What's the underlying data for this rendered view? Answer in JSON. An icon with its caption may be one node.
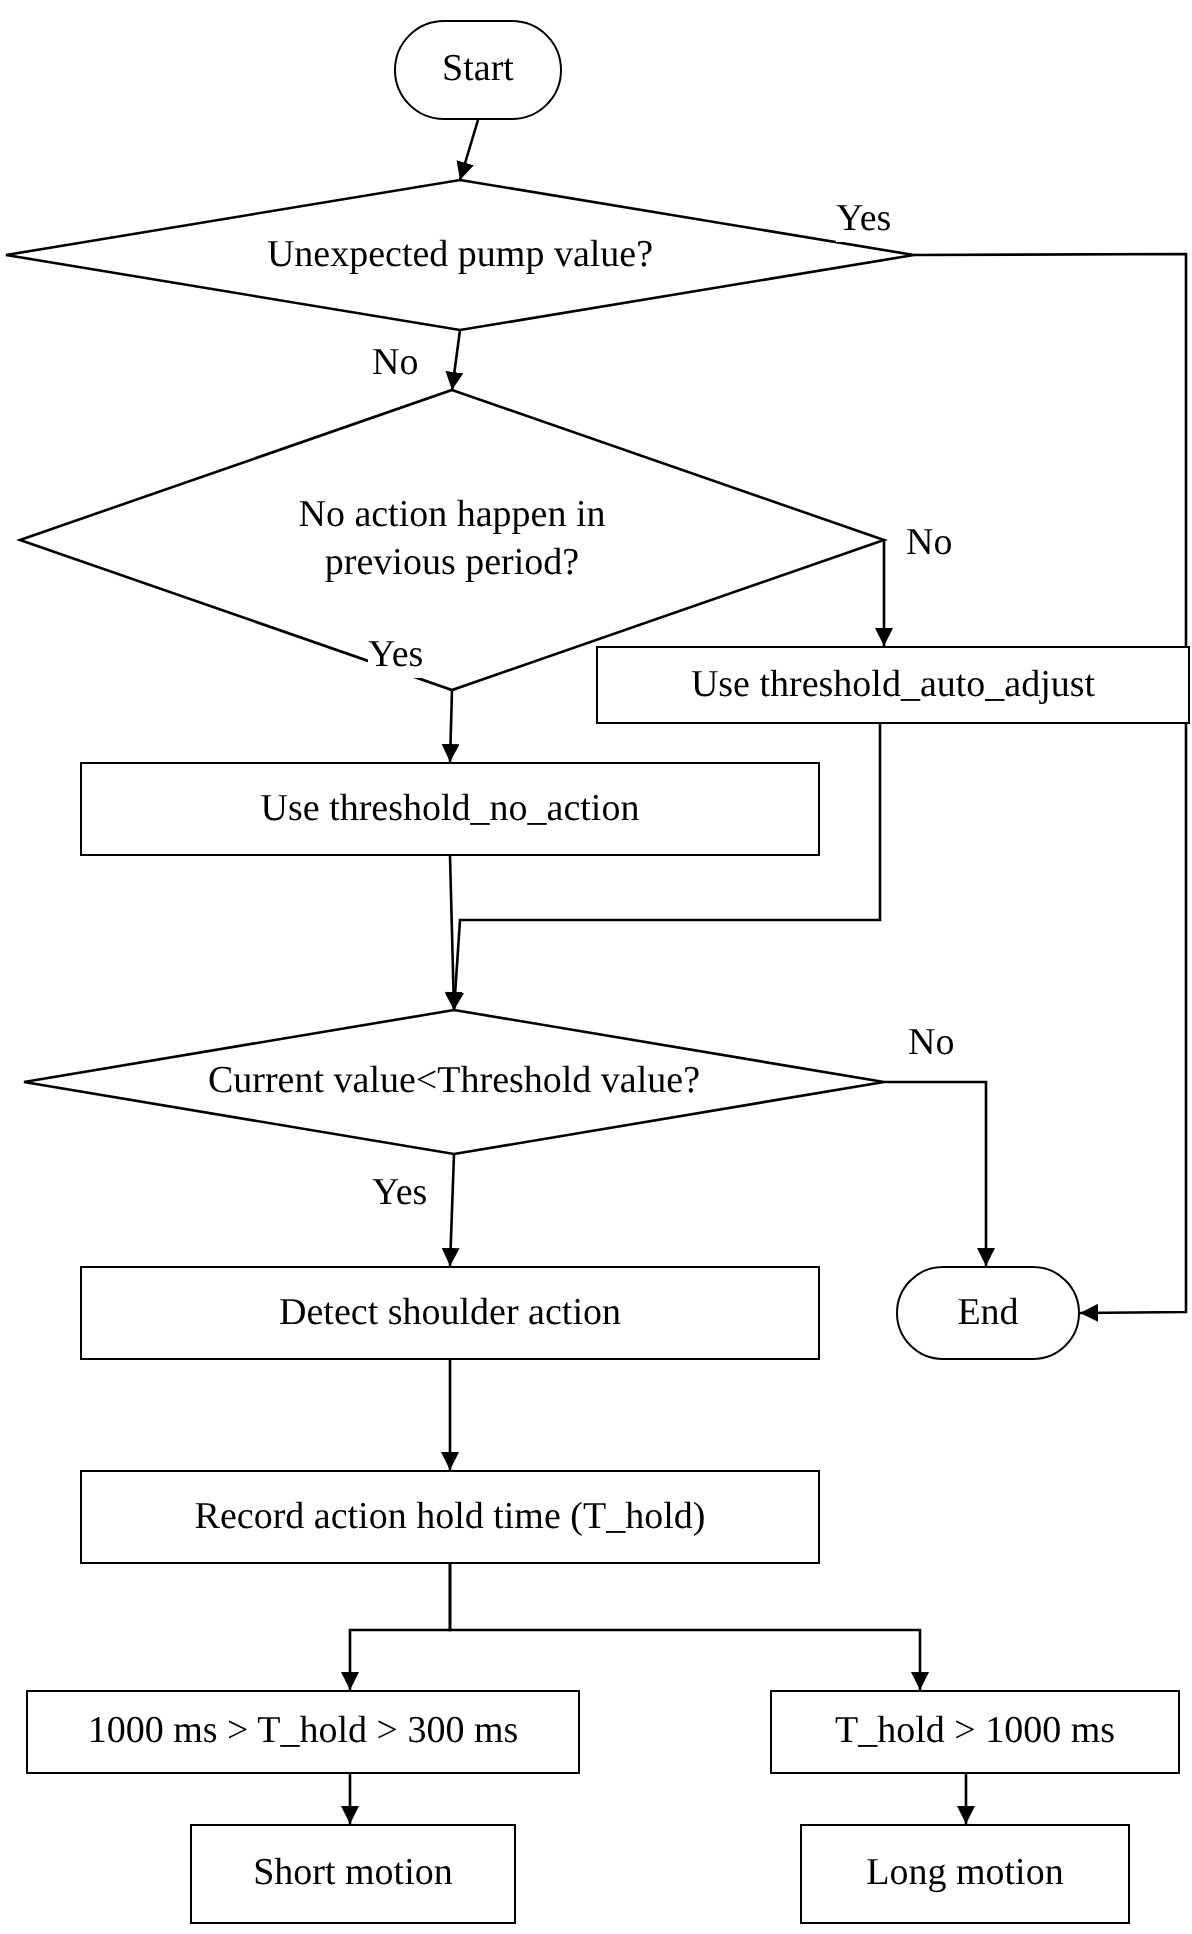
{
  "diagram": {
    "nodes": [
      {
        "text": [
          "Start"
        ]
      },
      {
        "text": [
          "Unexpected pump value?"
        ]
      },
      {
        "text": [
          "No action happen in previous period?"
        ]
      },
      {
        "text": [
          "Use threshold_auto_adjust"
        ]
      },
      {
        "text": [
          "Use threshold_no_action"
        ]
      },
      {
        "text": [
          "Current value<Threshold value?"
        ]
      },
      {
        "text": [
          "Detect  shoulder action"
        ]
      },
      {
        "text": [
          "End"
        ]
      },
      {
        "text": [
          "Record action hold time (T_hold)"
        ]
      },
      {
        "text": [
          "1000 ms > T_hold > 300 ms"
        ]
      },
      {
        "text": [
          "T_hold > 1000 ms"
        ]
      },
      {
        "text": [
          "Short motion"
        ]
      },
      {
        "text": [
          "Long motion"
        ]
      }
    ],
    "edges": [
      {
        "from": 0,
        "to": 1,
        "arrow": "to"
      },
      {
        "from": 1,
        "to": 7,
        "arrow": "to",
        "label": "Yes"
      },
      {
        "from": 1,
        "to": 2,
        "arrow": "to",
        "label": "No"
      },
      {
        "from": 2,
        "to": 3,
        "arrow": "to",
        "label": "No"
      },
      {
        "from": 2,
        "to": 4,
        "arrow": "to",
        "label": "Yes"
      },
      {
        "from": 4,
        "to": 5,
        "arrow": "to"
      },
      {
        "from": 3,
        "to": 5,
        "arrow": "to"
      },
      {
        "from": 5,
        "to": 7,
        "arrow": "to",
        "label": "No"
      },
      {
        "from": 5,
        "to": 6,
        "arrow": "to",
        "label": "Yes"
      },
      {
        "from": 6,
        "to": 8,
        "arrow": "to"
      },
      {
        "from": 8,
        "to": 9,
        "arrow": "to"
      },
      {
        "from": 8,
        "to": 10,
        "arrow": "to"
      },
      {
        "from": 9,
        "to": 11,
        "arrow": "to"
      },
      {
        "from": 10,
        "to": 12,
        "arrow": "to"
      }
    ]
  }
}
